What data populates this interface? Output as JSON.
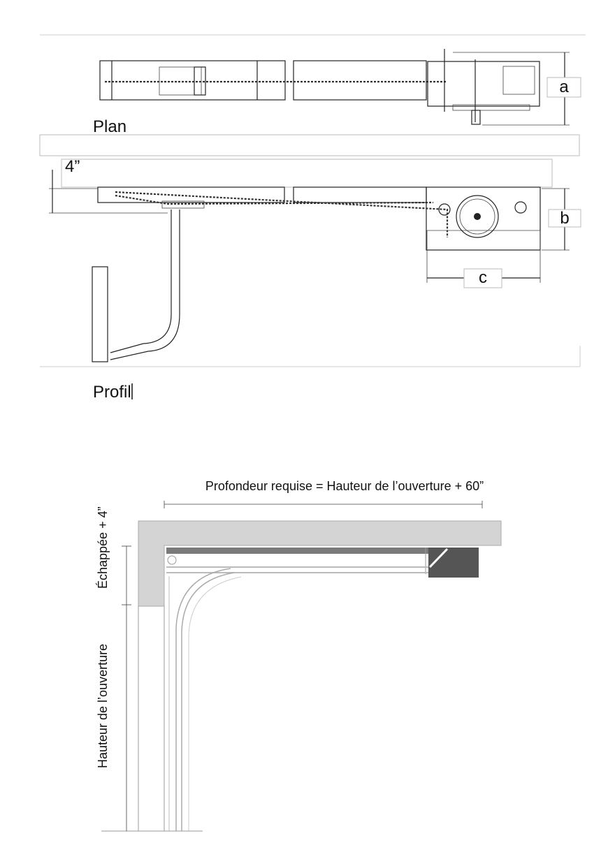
{
  "plan": {
    "title": "Plan",
    "dim_a": "a"
  },
  "profile": {
    "title": "Profil",
    "clearance": "4”",
    "dim_b": "b",
    "dim_c": "c"
  },
  "section": {
    "depth_label": "Profondeur requise = Hauteur de l’ouverture  + 60”",
    "headroom_label": "Échappée + 4”",
    "opening_height_label": "Hauteur de l’ouverture"
  },
  "colors": {
    "wall": "#d4d4d4",
    "rail": "#7a7a7a",
    "motor": "#555555"
  }
}
